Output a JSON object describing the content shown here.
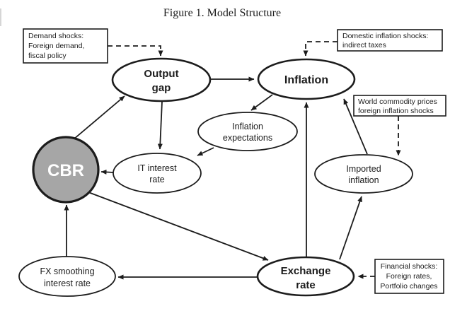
{
  "title": "Figure 1. Model Structure",
  "colors": {
    "stroke": "#1c1c1c",
    "node_fill": "#ffffff",
    "cbr_fill": "#a6a6a6",
    "cbr_text": "#ffffff"
  },
  "nodes": {
    "output_gap": {
      "line1": "Output",
      "line2": "gap"
    },
    "inflation": {
      "line1": "Inflation"
    },
    "inflation_expectations": {
      "line1": "Inflation",
      "line2": "expectations"
    },
    "it_interest_rate": {
      "line1": "IT interest",
      "line2": "rate"
    },
    "cbr": {
      "line1": "CBR"
    },
    "imported_inflation": {
      "line1": "Imported",
      "line2": "inflation"
    },
    "exchange_rate": {
      "line1": "Exchange",
      "line2": "rate"
    },
    "fx_smoothing": {
      "line1": "FX smoothing",
      "line2": "interest rate"
    }
  },
  "shock_boxes": {
    "demand": {
      "line1": "Demand shocks:",
      "line2": "Foreign demand,",
      "line3": "fiscal policy"
    },
    "domestic": {
      "line1": "Domestic inflation  shocks:",
      "line2": "indirect taxes"
    },
    "world": {
      "line1": "World commodity prices",
      "line2": "foreign inflation shocks"
    },
    "financial": {
      "line1": "Financial shocks:",
      "line2": "Foreign rates,",
      "line3": "Portfolio changes"
    }
  }
}
